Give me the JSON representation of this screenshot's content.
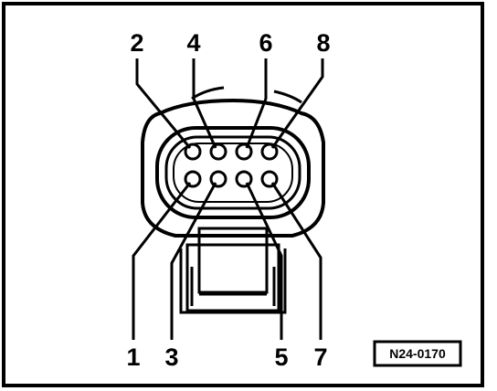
{
  "figure": {
    "pin_labels_top": [
      "2",
      "4",
      "6",
      "8"
    ],
    "pin_labels_bottom": [
      "1",
      "3",
      "5",
      "7"
    ],
    "reference_code": "N24-0170"
  },
  "colors": {
    "line": "#000000",
    "background": "#ffffff"
  }
}
